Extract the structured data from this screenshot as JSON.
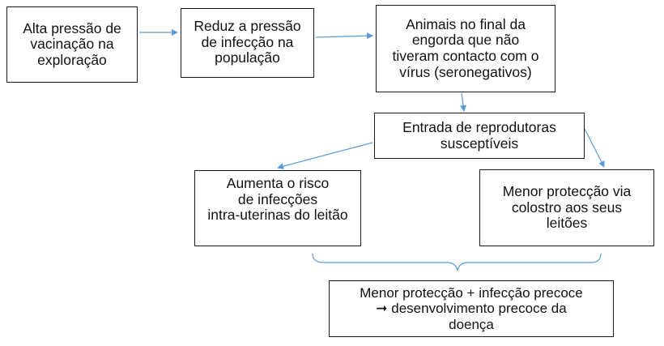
{
  "diagram": {
    "boxes": {
      "pressao_vacinacao": "Alta pressão de\nvacinação na\nexploração",
      "reduz_pressao": "Reduz a pressão\nde infecção na\npopulação",
      "seronegativos": "Animais no final da\nengorda que não\ntiveram contacto com o\nvírus (seronegativos)",
      "reprodutoras": "Entrada de reprodutoras\n susceptíveis",
      "risco_infeccoes": "Aumenta o risco\nde infecções\nintra-uterinas do leitão",
      "menor_proteccao_colostro": "Menor protecção via\ncolostro aos seus\nleitões",
      "resultado": "Menor protecção + infecção precoce\n➞ desenvolvimento precoce da\ndoença"
    },
    "colors": {
      "arrow": "#5b9bd5",
      "border": "#1a1a1a",
      "text": "#111111"
    }
  }
}
